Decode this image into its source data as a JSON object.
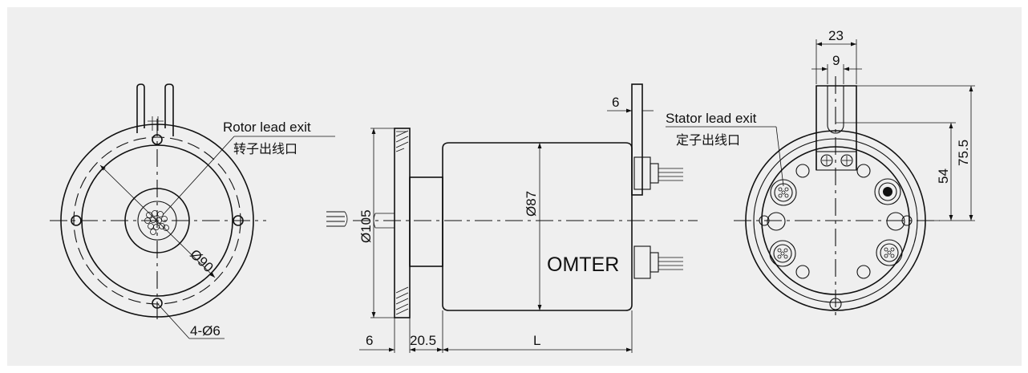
{
  "front_view": {
    "rotor_label_en": "Rotor lead exit",
    "rotor_label_cn": "转子出线口",
    "dim_diameter_90": "Ø90",
    "dim_holes": "4-Ø6"
  },
  "side_view": {
    "dim_flange_diameter": "Ø105",
    "dim_body_diameter": "Ø87",
    "dim_flange_thickness": "6",
    "dim_spigot_length": "20.5",
    "dim_body_length": "L",
    "dim_bracket_thickness": "6",
    "brand": "OMTER"
  },
  "rear_view": {
    "stator_label_en": "Stator lead exit",
    "stator_label_cn": "定子出线口",
    "dim_bracket_width": "23",
    "dim_slot_width": "9",
    "dim_height_54": "54",
    "dim_height_75_5": "75.5"
  }
}
